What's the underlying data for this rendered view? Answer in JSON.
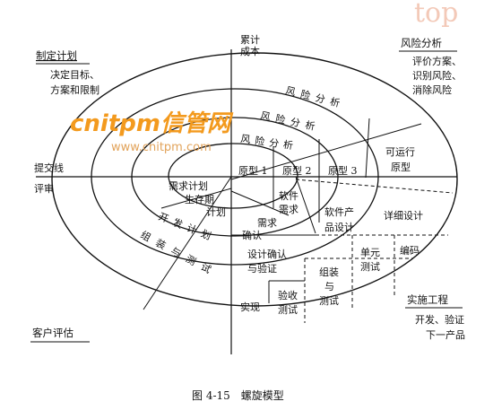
{
  "diagram": {
    "caption": "图 4-15　螺旋模型",
    "corner_text": "top",
    "axis": {
      "top": [
        "累计",
        "成本"
      ],
      "left": [
        "提交线",
        "评审"
      ]
    },
    "quadrants": {
      "planning": {
        "title": "制定计划",
        "lines": [
          "决定目标、",
          "方案和限制"
        ]
      },
      "risk": {
        "title": "风险分析",
        "lines": [
          "评价方案、",
          "识别风险、",
          "消除风险"
        ]
      },
      "engineering": {
        "title": "实施工程",
        "lines": [
          "开发、验证",
          "下一产品"
        ]
      },
      "customer": {
        "title": "客户评估"
      }
    },
    "risk_labels": [
      "风险分析",
      "风险分析",
      "风险分析"
    ],
    "prototypes": [
      "原型 1",
      "原型 2",
      "原型 3"
    ],
    "operational_prototype": [
      "可运行",
      "原型"
    ],
    "plans": {
      "requirements": [
        "需求计划",
        "生存期",
        "计划"
      ],
      "development": "开发计划",
      "integration": "组装与测试"
    },
    "spiral_items": {
      "software_requirements": [
        "软件",
        "需求"
      ],
      "requirements_confirm": [
        "需求",
        "确认"
      ],
      "product_design": [
        "软件产",
        "品设计"
      ],
      "detailed_design": "详细设计",
      "design_validation": [
        "设计确认",
        "与验证"
      ],
      "coding": "编码",
      "unit_test": [
        "单元",
        "测试"
      ],
      "integration_test": [
        "组装",
        "与",
        "测试"
      ],
      "acceptance_test": [
        "验收",
        "测试"
      ],
      "implementation": "实现"
    },
    "watermark": {
      "brand": "cnitpm信管网",
      "url": "www.cnitpm.com",
      "brand_color": "#f39a1e",
      "url_color": "#e2a35a"
    }
  }
}
